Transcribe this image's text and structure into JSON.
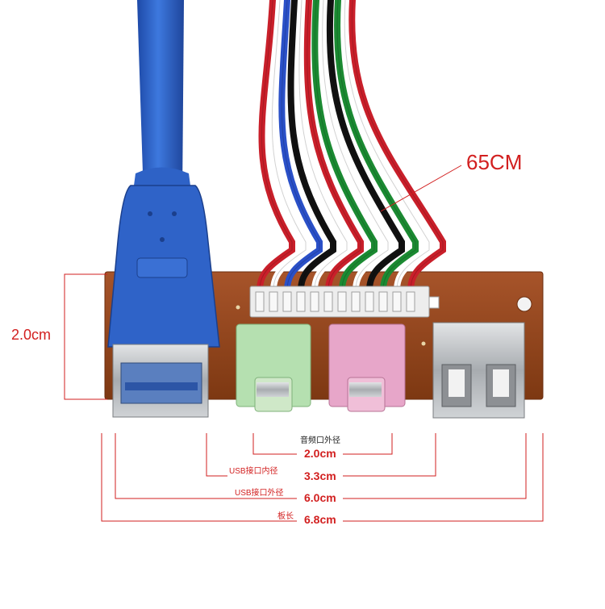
{
  "labels": {
    "cable_length": "65CM",
    "board_height": "2.0cm",
    "audio_caption": "音频口外径",
    "audio_value": "2.0cm",
    "usb_inner_caption": "USB接口内径",
    "usb_inner_value": "3.3cm",
    "usb_outer_caption": "USB接口外径",
    "usb_outer_value": "6.0cm",
    "board_caption": "板长",
    "board_value": "6.8cm"
  },
  "colors": {
    "dimension_line": "#d21f1f",
    "pcb": "#9a4a1c",
    "usb3_cable": "#2f63c8",
    "audio_green": "#b5e0b0",
    "audio_pink": "#e7a6c9",
    "metal": "#b9bcc0",
    "connector_white": "#ececec"
  },
  "wire_colors": [
    "#c91f2a",
    "#ffffff",
    "#2a50c8",
    "#111111",
    "#ffffff",
    "#c91f2a",
    "#1b8a32",
    "#ffffff",
    "#111111",
    "#1b8a32",
    "#ffffff",
    "#c91f2a"
  ]
}
